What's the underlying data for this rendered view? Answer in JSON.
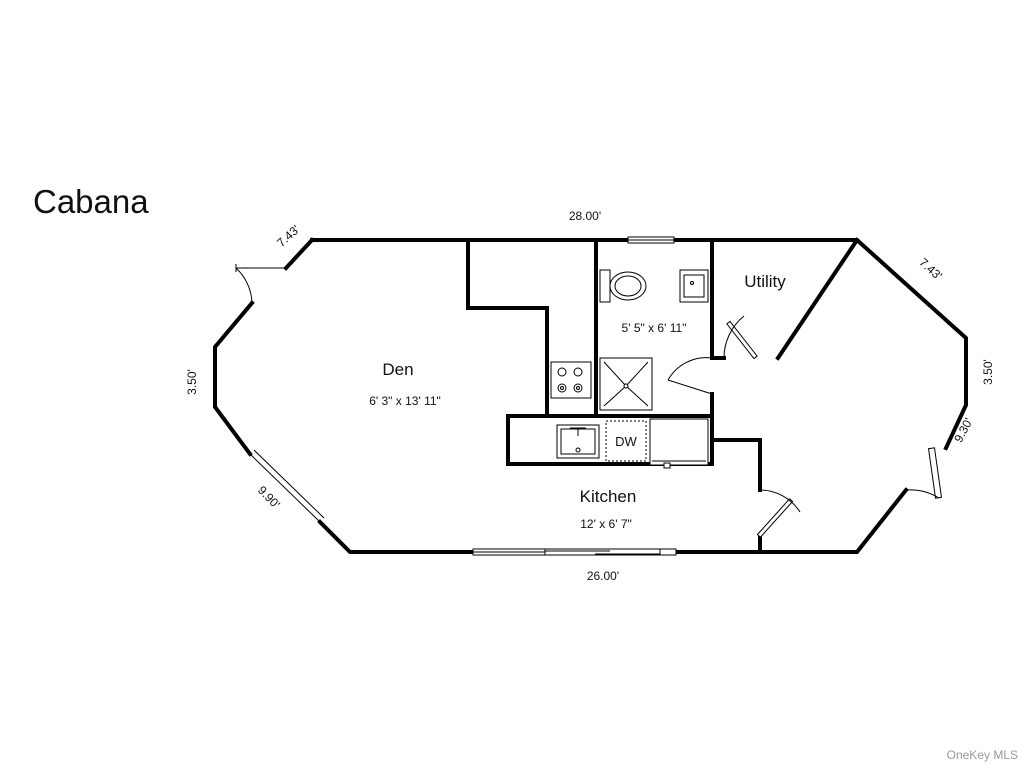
{
  "title": "Cabana",
  "watermark": "OneKey MLS",
  "rooms": {
    "den": {
      "name": "Den",
      "size": "6' 3\" x 13' 11\""
    },
    "bath": {
      "size": "5' 5\" x 6' 11\""
    },
    "utility": {
      "name": "Utility"
    },
    "kitchen": {
      "name": "Kitchen",
      "size": "12' x 6' 7\""
    }
  },
  "fixtures": {
    "dishwasher": "DW"
  },
  "edges": {
    "top": "28.00'",
    "bottom": "26.00'",
    "top_left": "7.43'",
    "left": "3.50'",
    "bottom_left": "9.90'",
    "top_right": "7.43'",
    "right": "3.50'",
    "bottom_right": "9.30'"
  }
}
